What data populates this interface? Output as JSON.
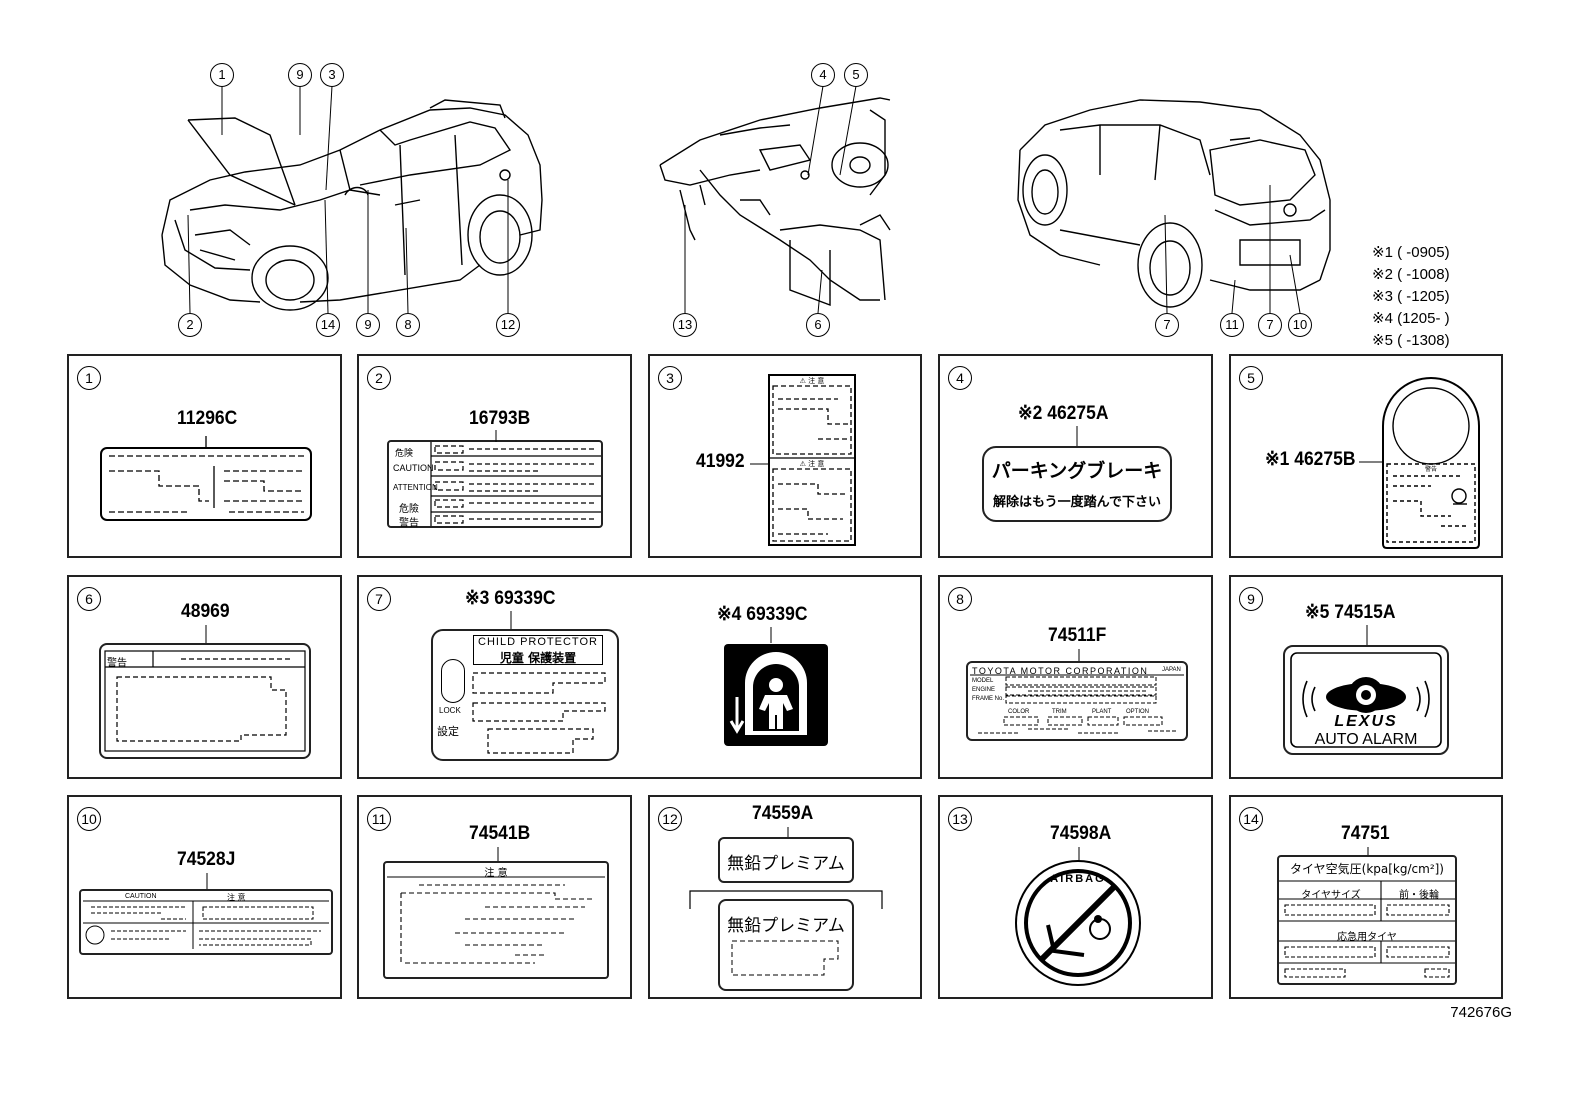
{
  "figure_code": "742676G",
  "notes": [
    "※1 (      -0905)",
    "※2 (      -1008)",
    "※3 (      -1205)",
    "※4 (1205-      )",
    "※5 (      -1308)"
  ],
  "overview_callouts": {
    "front": [
      "1",
      "9",
      "3",
      "2",
      "14",
      "9",
      "8",
      "12"
    ],
    "interior": [
      "4",
      "5",
      "13",
      "6"
    ],
    "rear": [
      "7",
      "11",
      "7",
      "10"
    ]
  },
  "panels": [
    {
      "num": "1",
      "code": "11296C"
    },
    {
      "num": "2",
      "code": "16793B"
    },
    {
      "num": "3",
      "code": "41992"
    },
    {
      "num": "4",
      "code": "※2 46275A"
    },
    {
      "num": "5",
      "code": "※1 46275B"
    },
    {
      "num": "6",
      "code": "48969"
    },
    {
      "num": "7",
      "code": "※3 69339C",
      "code2": "※4 69339C"
    },
    {
      "num": "8",
      "code": "74511F"
    },
    {
      "num": "9",
      "code": "※5 74515A"
    },
    {
      "num": "10",
      "code": "74528J"
    },
    {
      "num": "11",
      "code": "74541B"
    },
    {
      "num": "12",
      "code": "74559A"
    },
    {
      "num": "13",
      "code": "74598A"
    },
    {
      "num": "14",
      "code": "74751"
    }
  ],
  "label_text": {
    "p2_lines": [
      "危険",
      "CAUTION",
      "ATTENTION",
      "危險",
      "警告"
    ],
    "p4_line1": "パーキングブレーキ",
    "p4_line2": "解除はもう一度踏んで下さい",
    "p6_header": "警告",
    "p7_child": "CHILD PROTECTOR",
    "p7_jp": "児童 保護装置",
    "p7_lock": "LOCK",
    "p7_set": "設定",
    "p8_title": "TOYOTA MOTOR CORPORATION",
    "p8_japan": "JAPAN",
    "p8_rows": [
      "MODEL",
      "ENGINE",
      "FRAME No."
    ],
    "p8_cols": [
      "COLOR",
      "TRIM",
      "PLANT",
      "OPTION"
    ],
    "p9_brand": "LEXUS",
    "p9_text": "AUTO ALARM",
    "p10_title": "CAUTION",
    "p10_jp": "注 意",
    "p11_header": "注 意",
    "p12_text": "無鉛プレミアム",
    "p13_text": "AIRBAG",
    "p14_title": "タイヤ空気圧(kpa[kg/cm²])",
    "p14_col1": "タイヤサイズ",
    "p14_col2": "前・後輪",
    "p14_row2": "応急用タイヤ"
  }
}
